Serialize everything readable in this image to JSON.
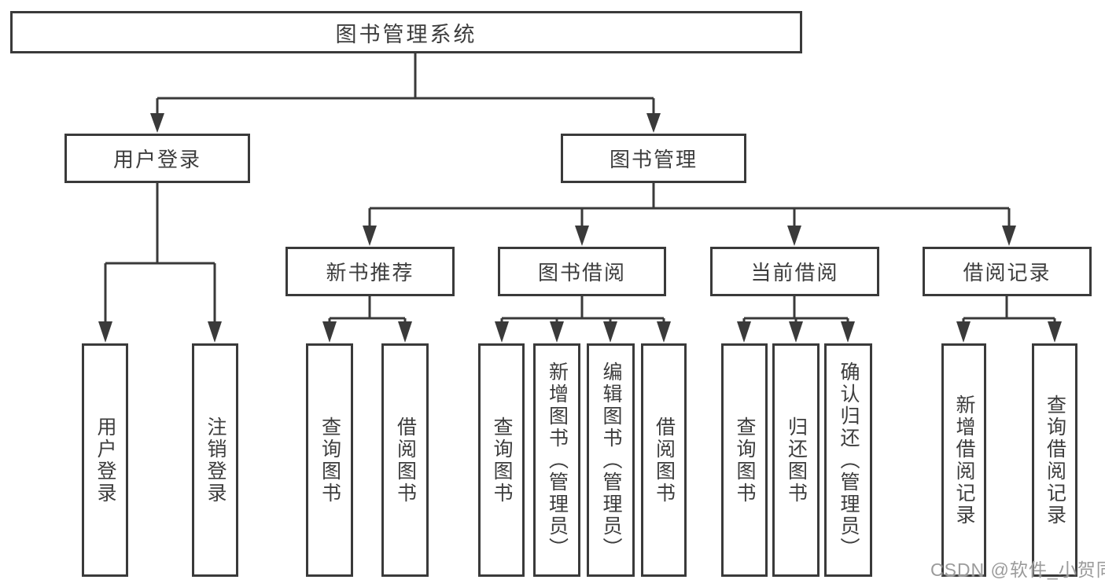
{
  "tree": {
    "root": {
      "label": "图书管理系统"
    },
    "children": [
      {
        "label": "用户登录",
        "children": [
          {
            "label": "用户登录"
          },
          {
            "label": "注销登录"
          }
        ]
      },
      {
        "label": "图书管理",
        "children": [
          {
            "label": "新书推荐",
            "children": [
              {
                "label": "查询图书"
              },
              {
                "label": "借阅图书"
              }
            ]
          },
          {
            "label": "图书借阅",
            "children": [
              {
                "label": "查询图书"
              },
              {
                "label": "新增图书（管理员）"
              },
              {
                "label": "编辑图书（管理员）"
              },
              {
                "label": "借阅图书"
              }
            ]
          },
          {
            "label": "当前借阅",
            "children": [
              {
                "label": "查询图书"
              },
              {
                "label": "归还图书"
              },
              {
                "label": "确认归还（管理员）"
              }
            ]
          },
          {
            "label": "借阅记录",
            "children": [
              {
                "label": "新增借阅记录"
              },
              {
                "label": "查询借阅记录"
              }
            ]
          }
        ]
      }
    ]
  },
  "watermark": {
    "text": "CSDN @软件_小贺同学"
  },
  "colors": {
    "line": "#3a3a3a",
    "text": "#3d3d3d",
    "watermark": "#9b9b9b",
    "background": "#ffffff"
  }
}
